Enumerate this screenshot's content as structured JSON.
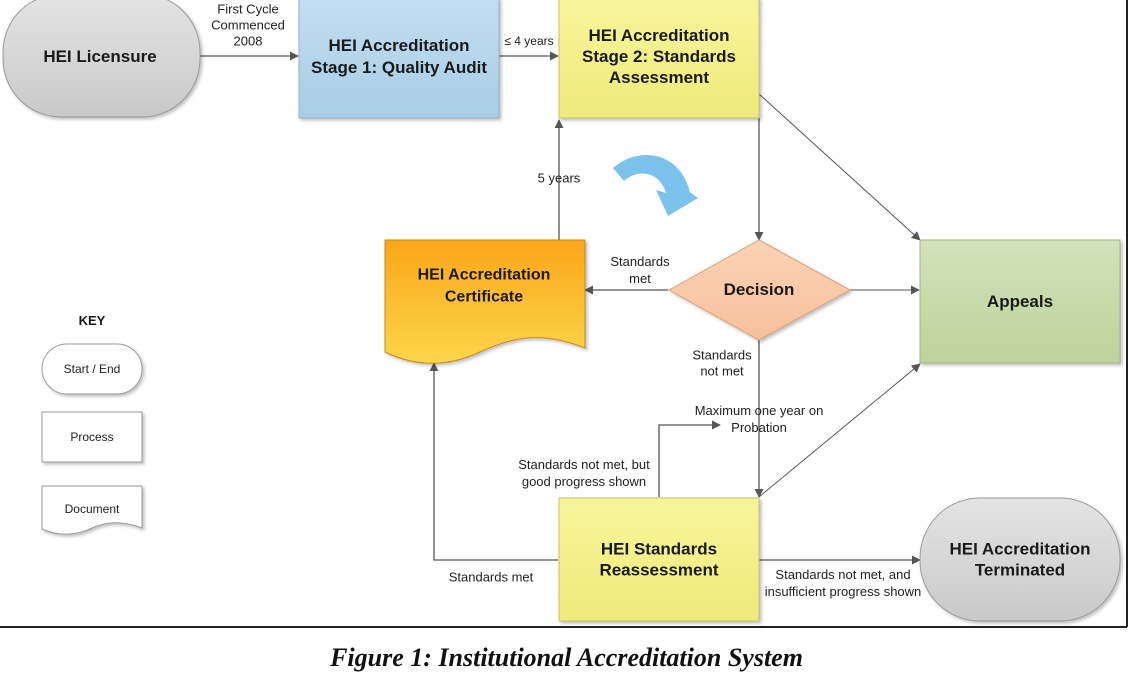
{
  "nodes": {
    "licensure": [
      "HEI Licensure"
    ],
    "stage1": [
      "HEI Accreditation",
      "Stage 1: Quality Audit"
    ],
    "stage2": [
      "HEI Accreditation",
      "Stage 2: Standards",
      "Assessment"
    ],
    "decision": [
      "Decision"
    ],
    "certificate": [
      "HEI Accreditation",
      "Certificate"
    ],
    "appeals": [
      "Appeals"
    ],
    "reassessment": [
      "HEI Standards",
      "Reassessment"
    ],
    "terminated": [
      "HEI Accreditation",
      "Terminated"
    ]
  },
  "edges": {
    "first_cycle": [
      "First Cycle",
      "Commenced",
      "2008"
    ],
    "four_years": "≤ 4 years",
    "five_years": "5 years",
    "standards_met_decision": [
      "Standards",
      "met"
    ],
    "standards_not_met_decision": [
      "Standards",
      "not met"
    ],
    "probation": [
      "Maximum one year on",
      "Probation"
    ],
    "good_progress": [
      "Standards not met, but",
      "good progress shown"
    ],
    "standards_met_reassessment": "Standards met",
    "insufficient_progress": [
      "Standards not met, and",
      "insufficient progress shown"
    ]
  },
  "key": {
    "title": "KEY",
    "start_end": "Start / End",
    "process": "Process",
    "document": "Document"
  },
  "caption": "Figure 1: Institutional Accreditation System",
  "colors": {
    "terminal": "#d3d3d3",
    "stage1": "#b3d4ea",
    "process_yellow": "#f3f08a",
    "decision": "#f9c9a9",
    "certificate": "#fbb512",
    "certificate_text": "#d9251d",
    "appeals": "#c7d9a9",
    "cycle_arrow": "#7cc3ec"
  }
}
